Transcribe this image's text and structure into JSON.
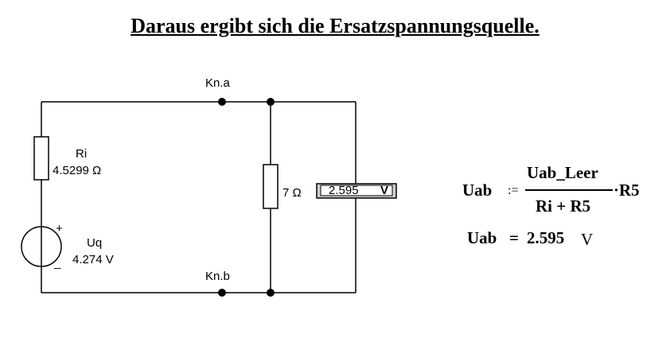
{
  "title": "Daraus ergibt sich die Ersatzspannungsquelle.",
  "nodes": {
    "a": "Kn.a",
    "b": "Kn.b"
  },
  "ri": {
    "name": "Ri",
    "value": "4.5299 Ω"
  },
  "uq": {
    "name": "Uq",
    "value": "4.274 V",
    "plus": "+",
    "minus": "_"
  },
  "r5": {
    "value": "7 Ω"
  },
  "voltmeter": {
    "reading": "2.595",
    "unit": "V"
  },
  "formula": {
    "lhs": "Uab",
    "assign": ":=",
    "numerator": "Uab_Leer",
    "denominator": "Ri + R5",
    "factor": "·R5",
    "result_lhs": "Uab",
    "result_eq": "=",
    "result_value": "2.595",
    "result_unit": "V"
  }
}
